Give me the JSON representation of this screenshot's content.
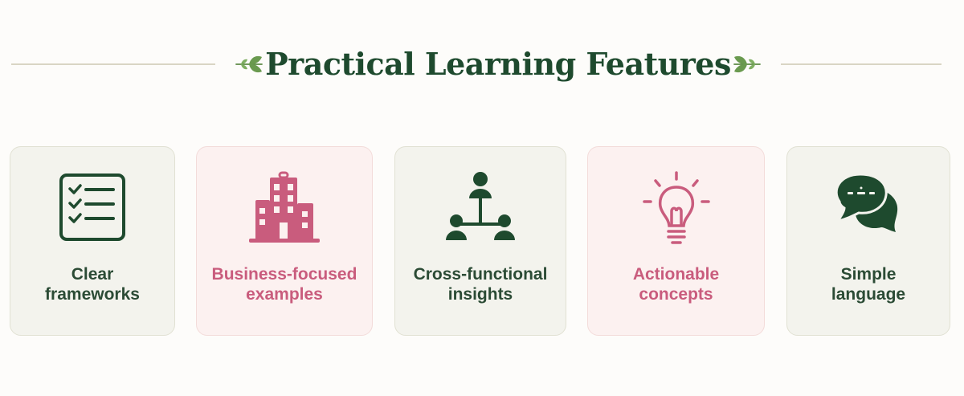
{
  "header": {
    "title": "Practical Learning Features"
  },
  "features": [
    {
      "line1": "Clear",
      "line2": "frameworks",
      "icon": "checklist-icon",
      "accent": "#1e4a2e"
    },
    {
      "line1": "Business-focused",
      "line2": "examples",
      "icon": "building-icon",
      "accent": "#c95c7d"
    },
    {
      "line1": "Cross-functional",
      "line2": "insights",
      "icon": "team-hierarchy-icon",
      "accent": "#1e4a2e"
    },
    {
      "line1": "Actionable",
      "line2": "concepts",
      "icon": "lightbulb-icon",
      "accent": "#c95c7d"
    },
    {
      "line1": "Simple",
      "line2": "language",
      "icon": "chat-bubbles-icon",
      "accent": "#1e4a2e"
    }
  ],
  "colors": {
    "primary_green": "#1e4a2e",
    "accent_pink": "#c95c7d",
    "leaf_green": "#6a9a4f",
    "background": "#fdfcfa"
  }
}
